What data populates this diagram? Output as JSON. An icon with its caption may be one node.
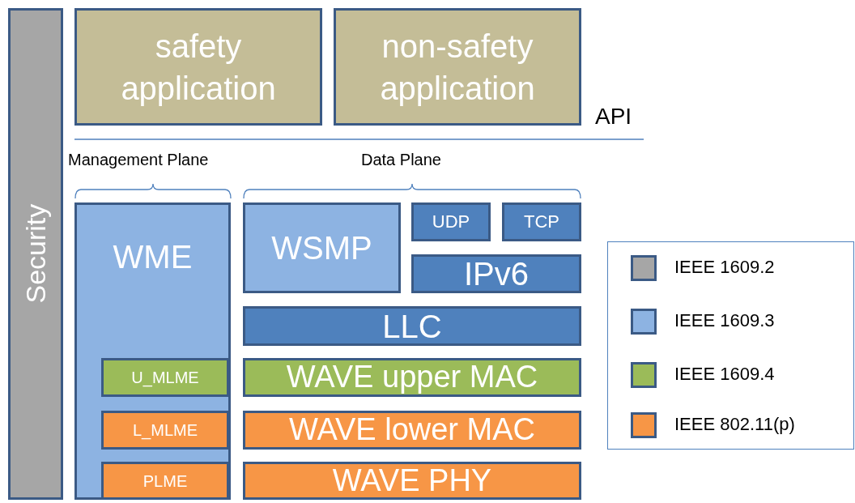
{
  "diagram": {
    "nodes": [
      {
        "text": [
          "Security"
        ]
      },
      {
        "text": [
          "safety application"
        ]
      },
      {
        "text": [
          "non-safety application"
        ]
      },
      {
        "text": [
          "WME"
        ]
      },
      {
        "text": [
          "U_MLME"
        ],
        "in": 3
      },
      {
        "text": [
          "L_MLME"
        ],
        "in": 3
      },
      {
        "text": [
          "PLME"
        ],
        "in": 3
      },
      {
        "text": [
          "WSMP"
        ]
      },
      {
        "text": [
          "UDP"
        ]
      },
      {
        "text": [
          "TCP"
        ]
      },
      {
        "text": [
          "IPv6"
        ]
      },
      {
        "text": [
          "LLC"
        ]
      },
      {
        "text": [
          "WAVE upper MAC"
        ]
      },
      {
        "text": [
          "WAVE lower MAC"
        ]
      },
      {
        "text": [
          "WAVE PHY"
        ]
      }
    ],
    "labels": [
      "API",
      "Management Plane",
      "Data Plane"
    ],
    "legend": [
      {
        "text": "IEEE 1609.2",
        "color": "#a6a6a6"
      },
      {
        "text": "IEEE 1609.3",
        "color": "#8db3e2"
      },
      {
        "text": "IEEE 1609.4",
        "color": "#9bbb59"
      },
      {
        "text": "IEEE 802.11(p)",
        "color": "#f79646"
      }
    ]
  }
}
